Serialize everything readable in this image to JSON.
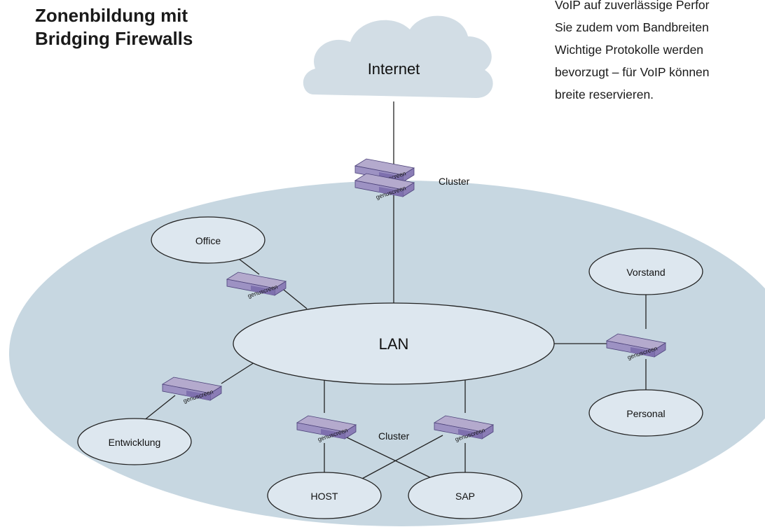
{
  "heading": {
    "line1": "Zonenbildung mit",
    "line2": "Bridging Firewalls"
  },
  "paragraph": {
    "lines": [
      "VoIP auf zuverlässige Perfor",
      "Sie zudem vom Bandbreiten",
      "Wichtige Protokolle werden",
      "bevorzugt – für VoIP können",
      "breite reservieren."
    ]
  },
  "diagram": {
    "internet_label": "Internet",
    "lan_label": "LAN",
    "cluster_top_label": "Cluster",
    "cluster_bottom_label": "Cluster",
    "zones": {
      "office": "Office",
      "vorstand": "Vorstand",
      "personal": "Personal",
      "entwicklung": "Entwicklung",
      "host": "HOST",
      "sap": "SAP"
    },
    "device_brand": "genuscreen"
  },
  "colors": {
    "zone_fill": "#c7d7e1",
    "node_fill": "#dde7ef",
    "cloud_fill": "#d2dde5",
    "device_top": "#b4aacd",
    "device_front": "#8b7db6",
    "line": "#222222"
  }
}
